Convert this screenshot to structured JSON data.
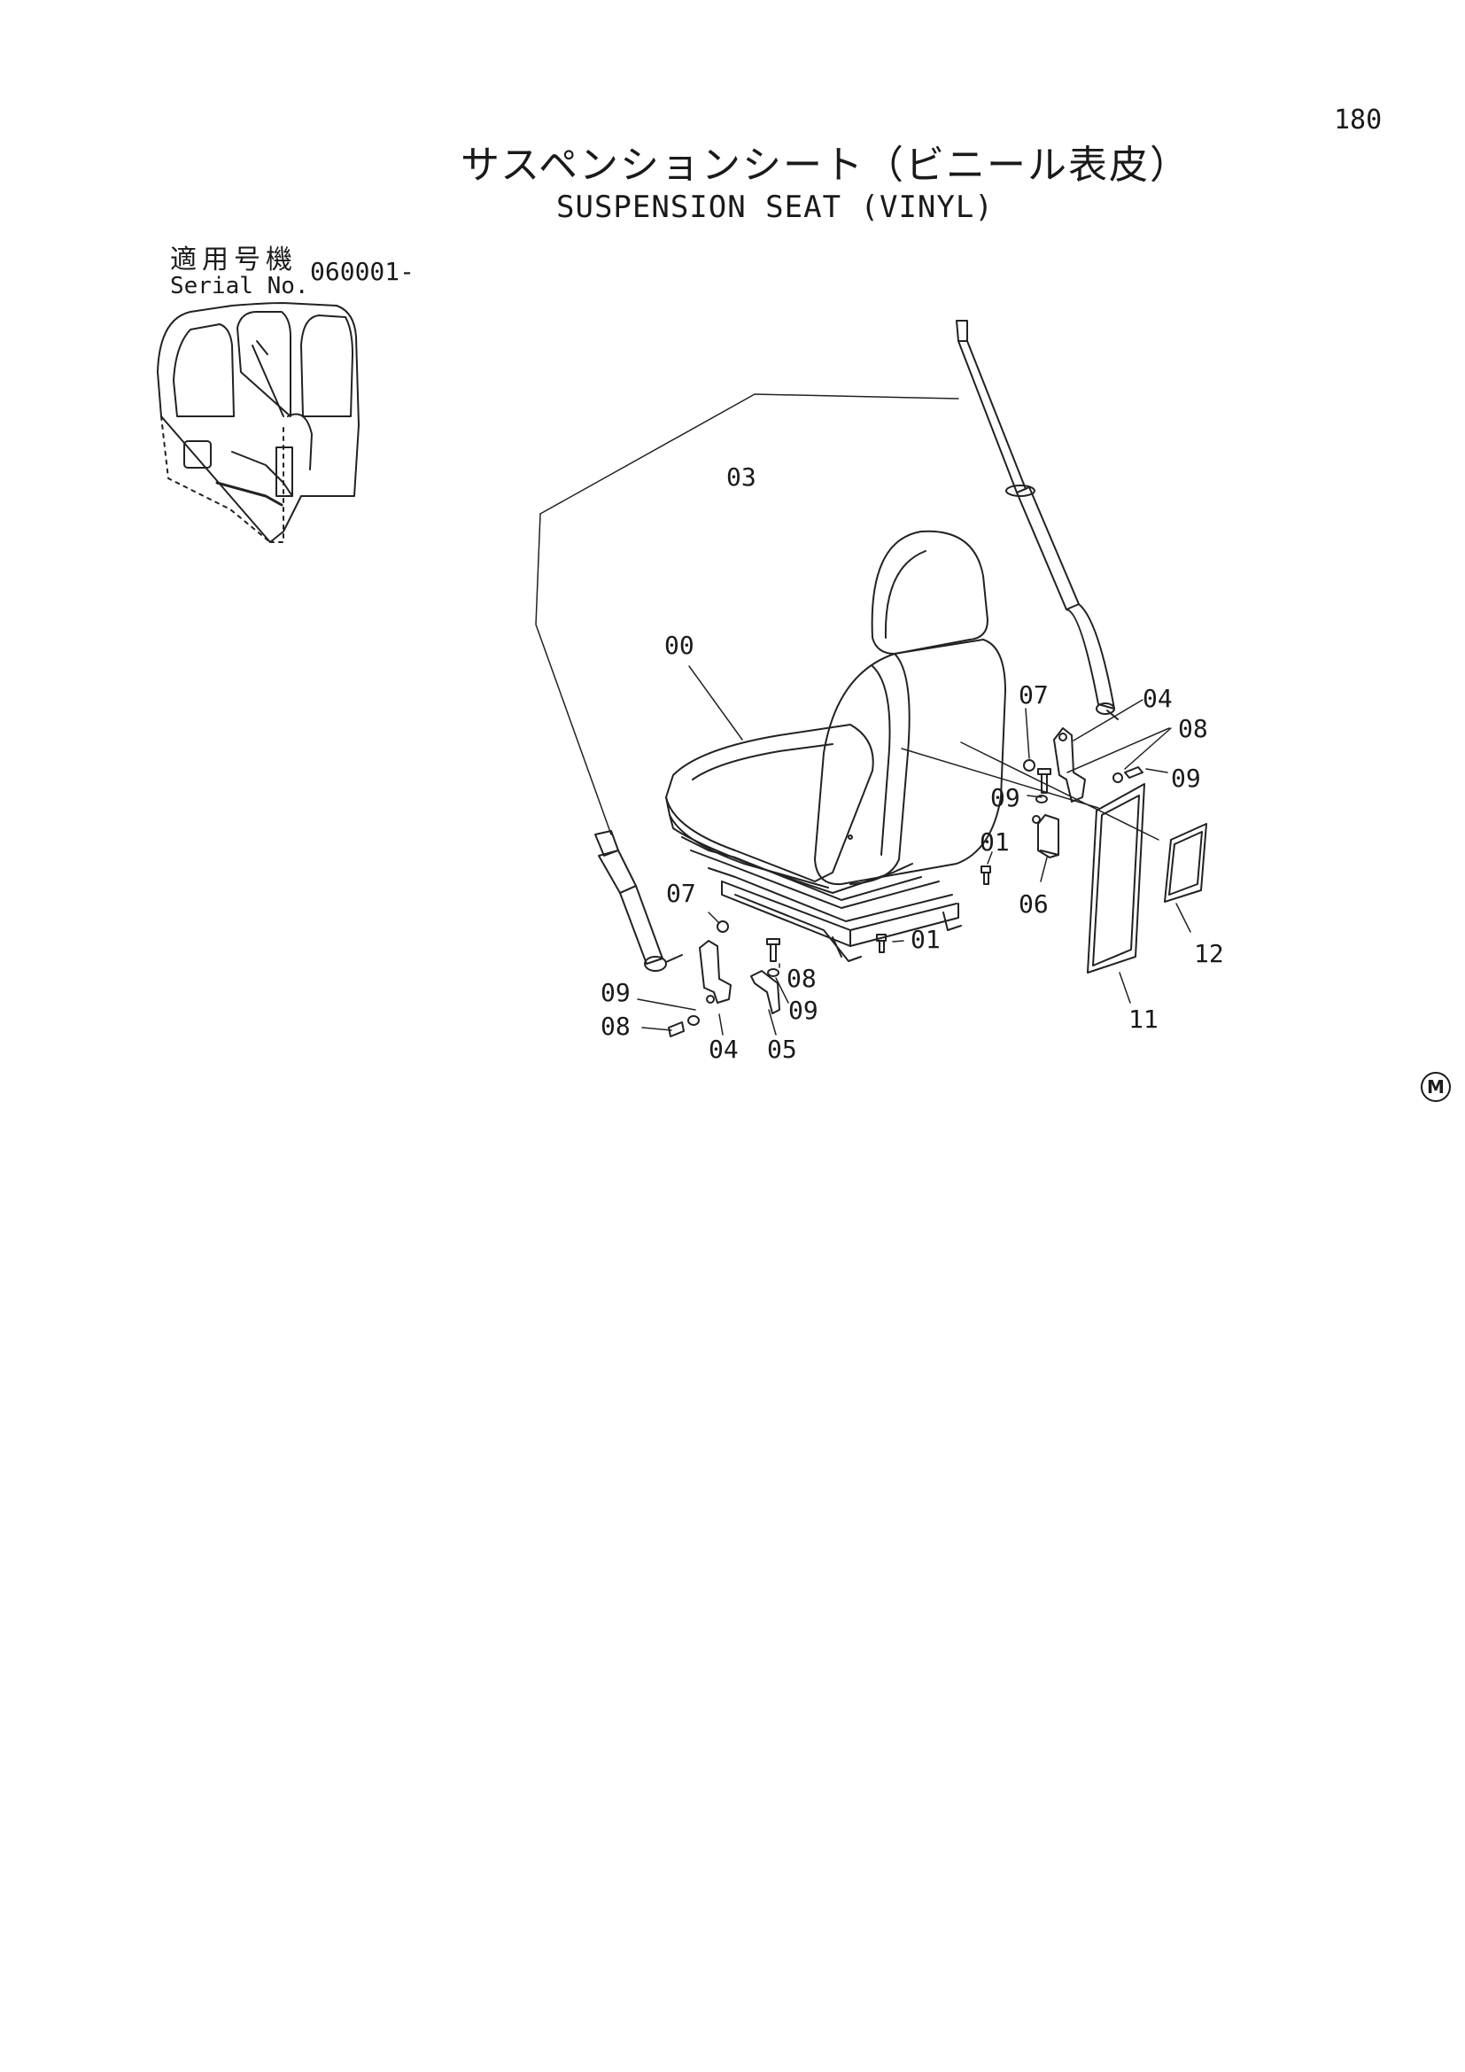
{
  "page": {
    "number": "180",
    "title_ja": "サスペンションシート（ビニール表皮）",
    "title_en": "SUSPENSION SEAT (VINYL)",
    "serial_label_ja": "適用号機",
    "serial_label_en": "Serial No.",
    "serial_value": "060001-",
    "maker_mark": "M"
  },
  "callouts": {
    "c03": "03",
    "c00": "00",
    "c07_right": "07",
    "c04_right": "04",
    "c08_right": "08",
    "c09_right_a": "09",
    "c09_right_b": "09",
    "c01_right": "01",
    "c06": "06",
    "c12": "12",
    "c11": "11",
    "c07_left": "07",
    "c01_bottom": "01",
    "c08_mid": "08",
    "c09_mid": "09",
    "c09_left": "09",
    "c08_left": "08",
    "c04_left": "04",
    "c05": "05"
  }
}
